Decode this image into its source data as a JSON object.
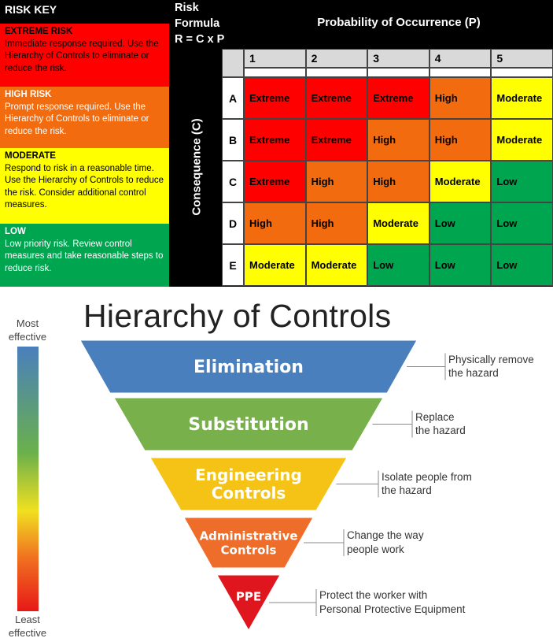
{
  "risk_key": {
    "title": "RISK KEY",
    "levels": [
      {
        "name": "EXTREME RISK",
        "desc": "Immediate response required. Use the Hierarchy of Controls to eliminate or reduce the risk.",
        "color": "#ff0000"
      },
      {
        "name": "HIGH RISK",
        "desc": "Prompt response required. Use the Hierarchy of Controls to eliminate or reduce the risk.",
        "color": "#f26b0f"
      },
      {
        "name": "MODERATE",
        "desc": "Respond to risk in a reasonable time. Use the Hierarchy of Controls to reduce the risk. Consider additional control measures.",
        "color": "#ffff00"
      },
      {
        "name": "LOW",
        "desc": "Low priority risk. Review control measures and take reasonable steps to reduce risk.",
        "color": "#00a550"
      }
    ]
  },
  "formula": {
    "line1": "Risk",
    "line2": "Formula",
    "line3": "R = C x P"
  },
  "matrix": {
    "probability_label": "Probability of Occurrence (P)",
    "consequence_label": "Consequence (C)",
    "columns": [
      "1",
      "2",
      "3",
      "4",
      "5"
    ],
    "rows": [
      {
        "label": "A",
        "cells": [
          "Extreme",
          "Extreme",
          "Extreme",
          "High",
          "Moderate"
        ]
      },
      {
        "label": "B",
        "cells": [
          "Extreme",
          "Extreme",
          "High",
          "High",
          "Moderate"
        ]
      },
      {
        "label": "C",
        "cells": [
          "Extreme",
          "High",
          "High",
          "Moderate",
          "Low"
        ]
      },
      {
        "label": "D",
        "cells": [
          "High",
          "High",
          "Moderate",
          "Low",
          "Low"
        ]
      },
      {
        "label": "E",
        "cells": [
          "Moderate",
          "Moderate",
          "Low",
          "Low",
          "Low"
        ]
      }
    ],
    "colors": {
      "Extreme": "#ff0000",
      "High": "#f26b0f",
      "Moderate": "#ffff00",
      "Low": "#00a550"
    }
  },
  "hierarchy": {
    "title": "Hierarchy of Controls",
    "most_label": "Most effective",
    "least_label": "Least effective",
    "levels": [
      {
        "label": [
          "Elimination"
        ],
        "desc": [
          "Physically remove",
          "the hazard"
        ],
        "color": "#4a7fbd"
      },
      {
        "label": [
          "Substitution"
        ],
        "desc": [
          "Replace",
          "the hazard"
        ],
        "color": "#78b14b"
      },
      {
        "label": [
          "Engineering",
          "Controls"
        ],
        "desc": [
          "Isolate people from",
          "the hazard"
        ],
        "color": "#f5c315"
      },
      {
        "label": [
          "Administrative",
          "Controls"
        ],
        "desc": [
          "Change the way",
          "people work"
        ],
        "color": "#ee6d2a"
      },
      {
        "label": [
          "PPE"
        ],
        "desc": [
          "Protect the worker with",
          "Personal Protective Equipment"
        ],
        "color": "#e0161e"
      }
    ]
  }
}
